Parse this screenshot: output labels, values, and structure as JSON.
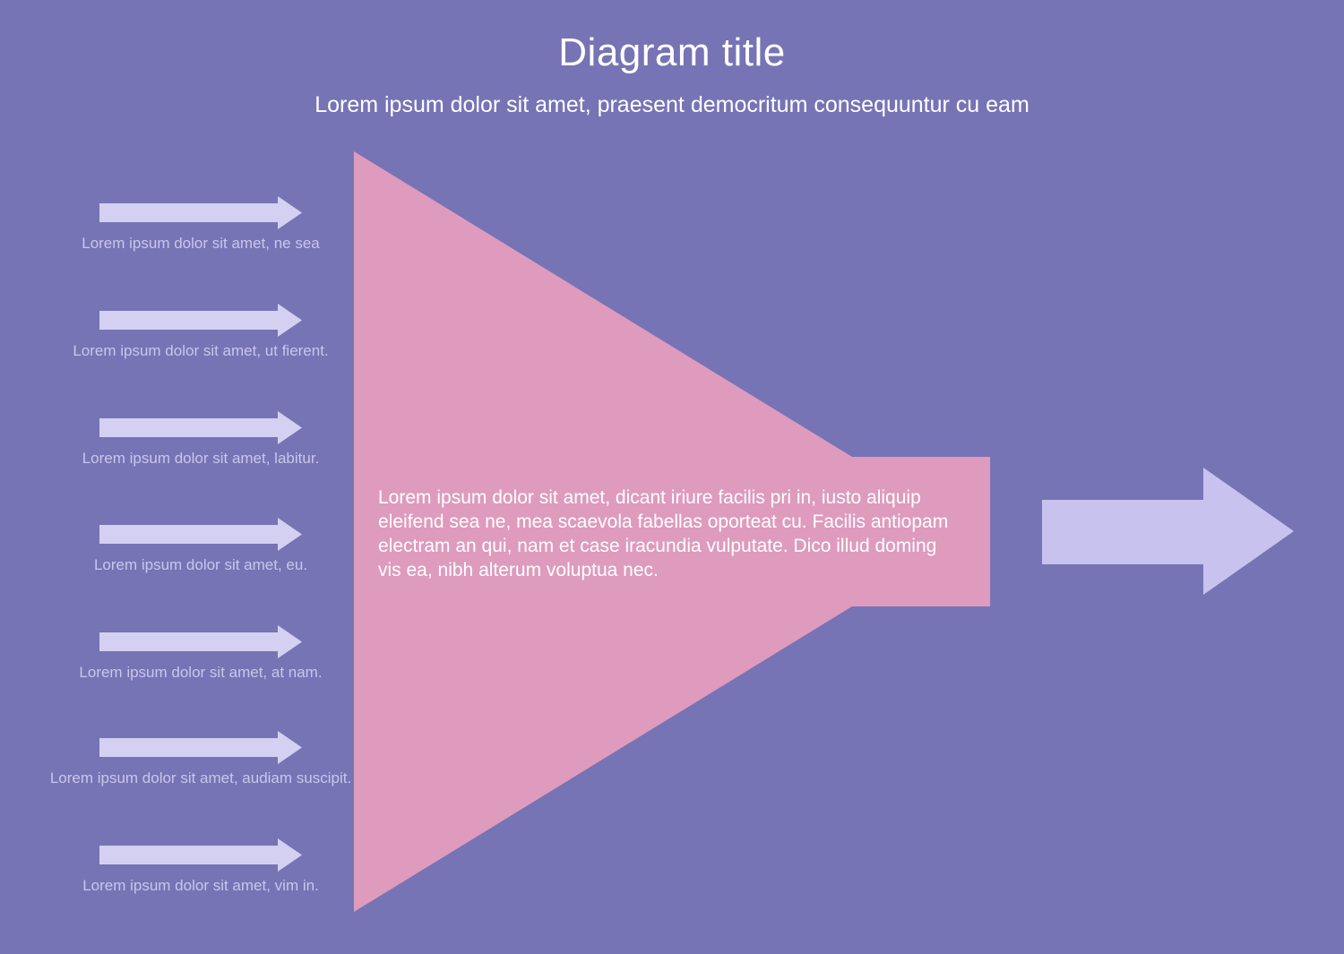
{
  "title": "Diagram title",
  "subtitle": "Lorem ipsum dolor sit amet, praesent democritum consequuntur cu eam",
  "colors": {
    "background": "#7674b5",
    "funnel": "#de9bbd",
    "left_arrow": "#d3d0f2",
    "right_arrow": "#c7c3ee",
    "label_text": "#c9c6ec",
    "title_text": "#ffffff"
  },
  "inputs": [
    {
      "label": "Lorem ipsum dolor sit amet, ne sea"
    },
    {
      "label": "Lorem ipsum dolor sit amet, ut fierent."
    },
    {
      "label": "Lorem ipsum dolor sit amet, labitur."
    },
    {
      "label": "Lorem ipsum dolor sit amet, eu."
    },
    {
      "label": "Lorem ipsum dolor sit amet, at nam."
    },
    {
      "label": "Lorem ipsum dolor sit amet, audiam suscipit."
    },
    {
      "label": "Lorem ipsum dolor sit amet, vim in."
    }
  ],
  "funnel": {
    "text": "Lorem ipsum dolor sit amet, dicant iriure facilis pri in, iusto aliquip eleifend sea ne, mea scaevola fabellas oporteat cu. Facilis antiopam electram an qui, nam et case iracundia vulputate. Dico illud doming vis ea, nibh alterum voluptua nec."
  }
}
